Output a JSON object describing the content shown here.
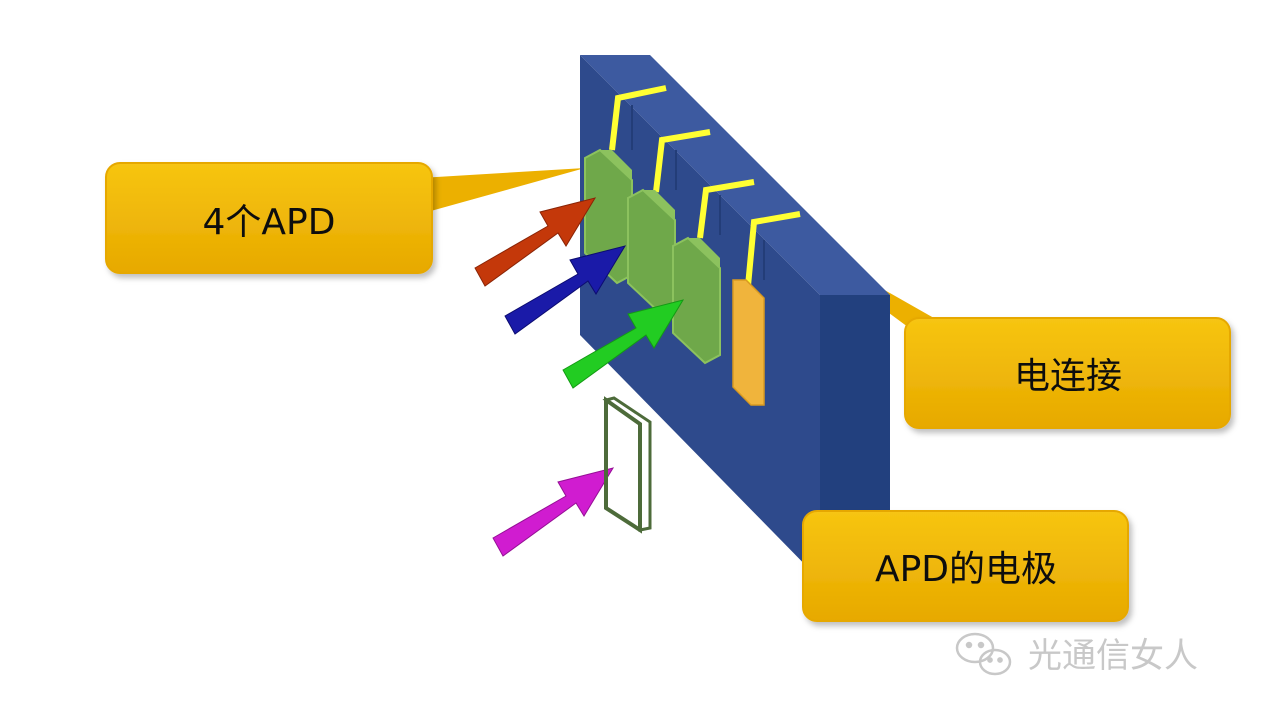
{
  "diagram": {
    "labels": {
      "apd_count": "4个APD",
      "electrical_connection": "电连接",
      "apd_electrode": "APD的电极"
    },
    "watermark": "光通信女人",
    "icons": {
      "watermark_icon": "wechat-icon"
    },
    "colors": {
      "board_front": "#2e4a8c",
      "board_top": "#3d5aa0",
      "board_side": "#1f3a78",
      "callout_fill": "#f2b705",
      "callout_edge": "#e1a000",
      "apd_green": "#6fa84a",
      "apd_edge": "#8cc25e",
      "electrode_gold": "#f0b43c",
      "wire_yellow": "#ffff33",
      "arrow_red": "#c4380a",
      "arrow_blue": "#1a1aa8",
      "arrow_green": "#22cc22",
      "arrow_magenta": "#d01cd0",
      "plate_outline": "#4d6b3a",
      "watermark_gray": "#c8c8c8"
    }
  }
}
